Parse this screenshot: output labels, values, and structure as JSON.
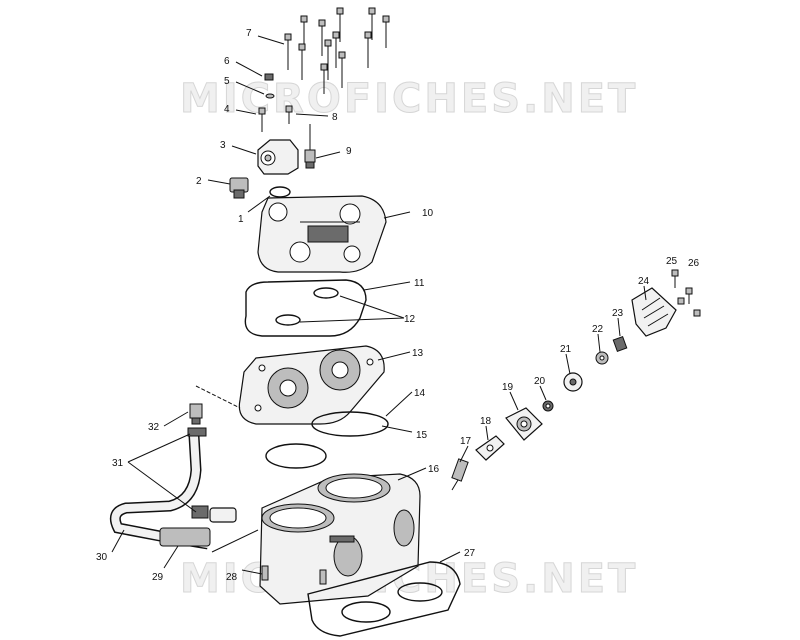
{
  "watermark": {
    "text": "MICROFICHES.NET"
  },
  "callouts": {
    "c1": "1",
    "c2": "2",
    "c3": "3",
    "c4": "4",
    "c5": "5",
    "c6": "6",
    "c7": "7",
    "c8": "8",
    "c9": "9",
    "c10": "10",
    "c11": "11",
    "c12": "12",
    "c13": "13",
    "c14": "14",
    "c15": "15",
    "c16": "16",
    "c17": "17",
    "c18": "18",
    "c19": "19",
    "c20": "20",
    "c21": "21",
    "c22": "22",
    "c23": "23",
    "c24": "24",
    "c25": "25",
    "c26": "26",
    "c27": "27",
    "c28": "28",
    "c29": "29",
    "c30": "30",
    "c31": "31",
    "c32": "32"
  }
}
